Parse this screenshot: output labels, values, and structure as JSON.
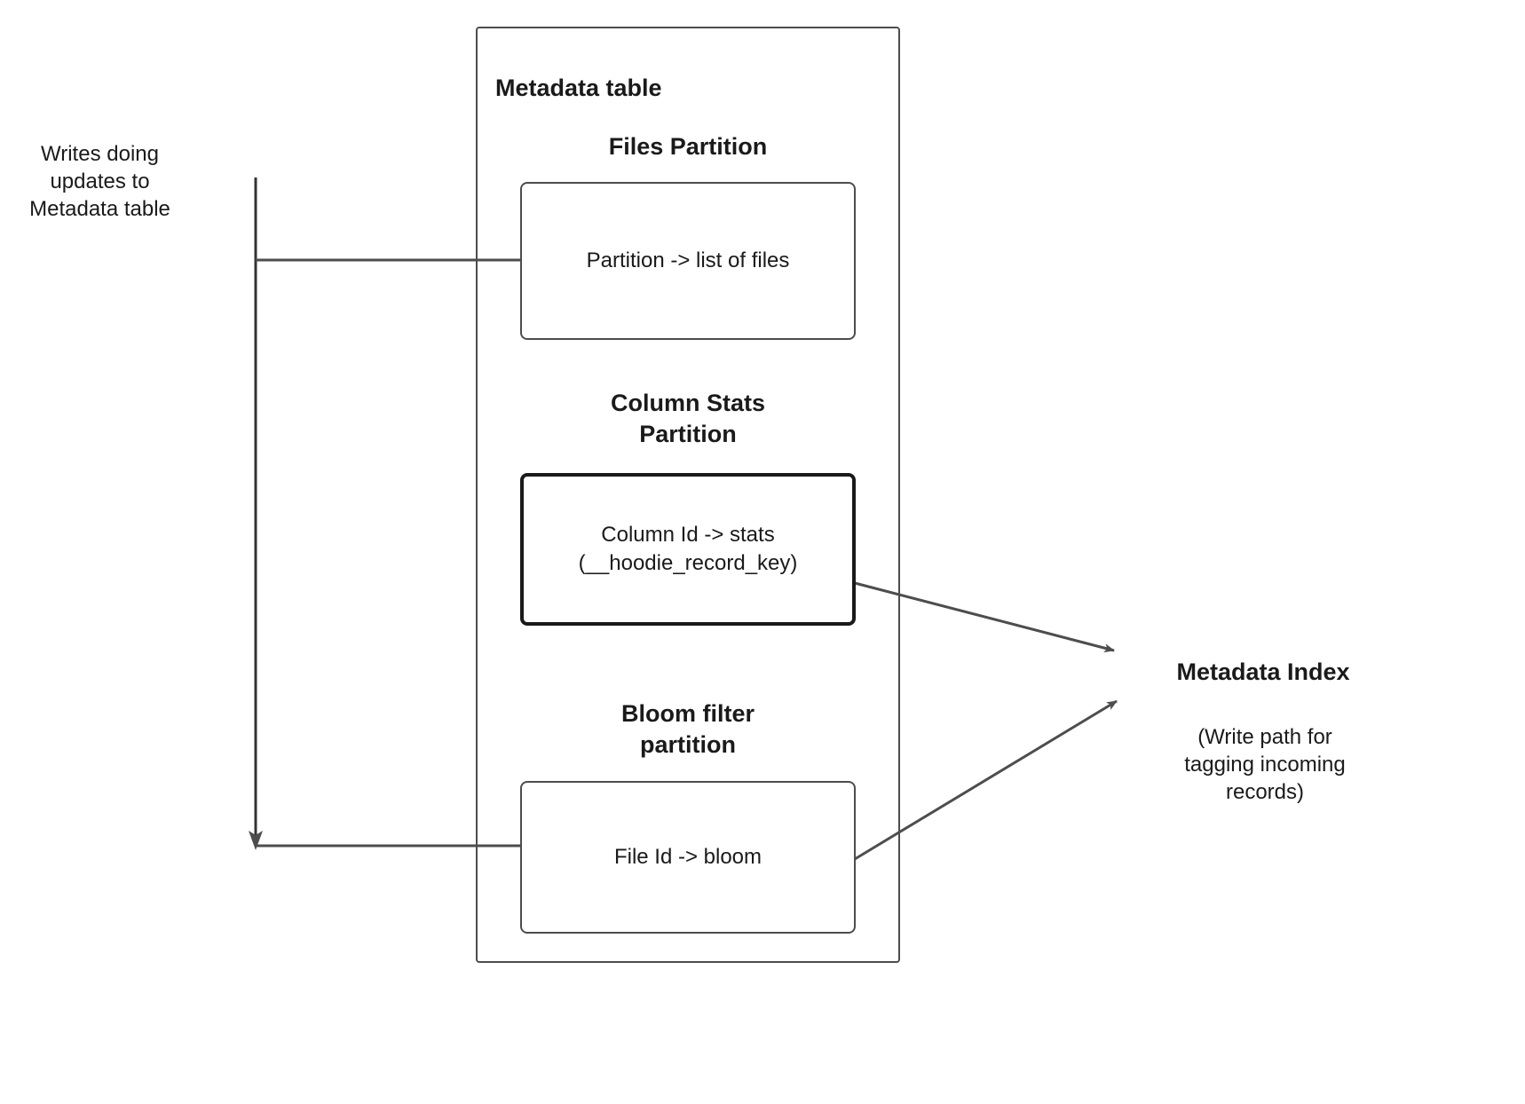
{
  "diagram": {
    "container": {
      "title": "Metadata table"
    },
    "sections": [
      {
        "heading": "Files Partition",
        "box_label": "Partition -> list of files"
      },
      {
        "heading": "Column Stats\nPartition",
        "box_label": "Column Id  -> stats\n(__hoodie_record_key)"
      },
      {
        "heading": "Bloom filter\npartition",
        "box_label": "File Id -> bloom"
      }
    ],
    "annotations": {
      "writes_label": "Writes doing\nupdates to\nMetadata table",
      "metadata_index_title": "Metadata Index",
      "metadata_index_caption": "(Write path for\ntagging incoming\nrecords)"
    },
    "colors": {
      "stroke": "#4d4d4d",
      "stroke_strong": "#1a1a1a",
      "text": "#1a1a1a",
      "background": "#ffffff"
    }
  }
}
